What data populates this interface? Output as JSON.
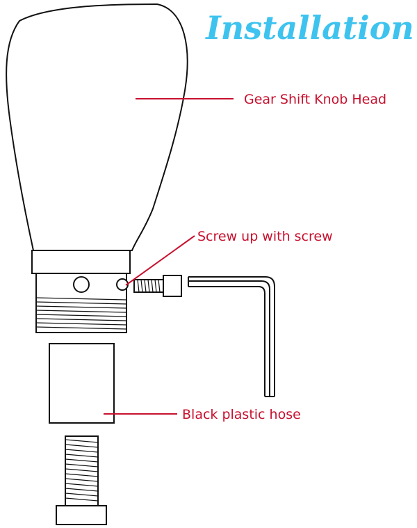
{
  "title": "Installation",
  "labels": {
    "knob_head": "Gear Shift Knob Head",
    "screw": "Screw up with screw",
    "hose": "Black plastic hose"
  },
  "colors": {
    "title": "#3ec3ef",
    "label": "#c8102e",
    "leader": "#c8102e",
    "outline": "#111111",
    "background": "#ffffff"
  }
}
